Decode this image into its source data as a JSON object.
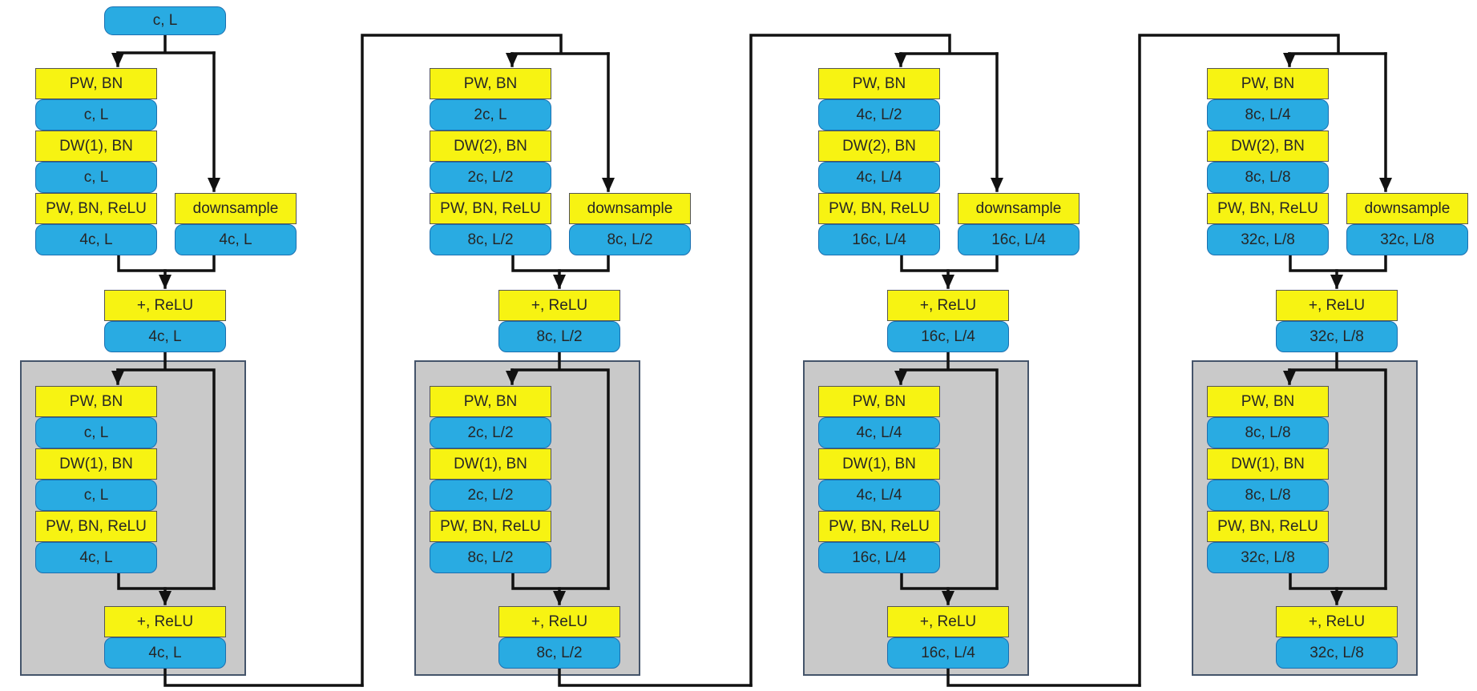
{
  "colors": {
    "op_fill": "#f7f312",
    "tensor_fill": "#29abe2",
    "container_fill": "#c9c9c9",
    "container_border": "#44546a",
    "connector": "#111111"
  },
  "input": "c, L",
  "stages": [
    {
      "branch": [
        "PW, BN",
        "c, L",
        "DW(1), BN",
        "c, L",
        "PW, BN, ReLU",
        "4c, L"
      ],
      "downsample": [
        "downsample",
        "4c, L"
      ],
      "merge": [
        "+, ReLU",
        "4c, L"
      ],
      "residual": [
        "PW, BN",
        "c, L",
        "DW(1), BN",
        "c, L",
        "PW, BN, ReLU",
        "4c, L"
      ],
      "residual_merge": [
        "+, ReLU",
        "4c, L"
      ]
    },
    {
      "branch": [
        "PW, BN",
        "2c, L",
        "DW(2), BN",
        "2c, L/2",
        "PW, BN, ReLU",
        "8c, L/2"
      ],
      "downsample": [
        "downsample",
        "8c, L/2"
      ],
      "merge": [
        "+, ReLU",
        "8c, L/2"
      ],
      "residual": [
        "PW, BN",
        "2c, L/2",
        "DW(1), BN",
        "2c, L/2",
        "PW, BN, ReLU",
        "8c, L/2"
      ],
      "residual_merge": [
        "+, ReLU",
        "8c, L/2"
      ]
    },
    {
      "branch": [
        "PW, BN",
        "4c, L/2",
        "DW(2), BN",
        "4c, L/4",
        "PW, BN, ReLU",
        "16c, L/4"
      ],
      "downsample": [
        "downsample",
        "16c, L/4"
      ],
      "merge": [
        "+, ReLU",
        "16c, L/4"
      ],
      "residual": [
        "PW, BN",
        "4c, L/4",
        "DW(1), BN",
        "4c, L/4",
        "PW, BN, ReLU",
        "16c, L/4"
      ],
      "residual_merge": [
        "+, ReLU",
        "16c, L/4"
      ]
    },
    {
      "branch": [
        "PW, BN",
        "8c, L/4",
        "DW(2), BN",
        "8c, L/8",
        "PW, BN, ReLU",
        "32c, L/8"
      ],
      "downsample": [
        "downsample",
        "32c, L/8"
      ],
      "merge": [
        "+, ReLU",
        "32c, L/8"
      ],
      "residual": [
        "PW, BN",
        "8c, L/8",
        "DW(1), BN",
        "8c, L/8",
        "PW, BN, ReLU",
        "32c, L/8"
      ],
      "residual_merge": [
        "+, ReLU",
        "32c, L/8"
      ]
    }
  ]
}
